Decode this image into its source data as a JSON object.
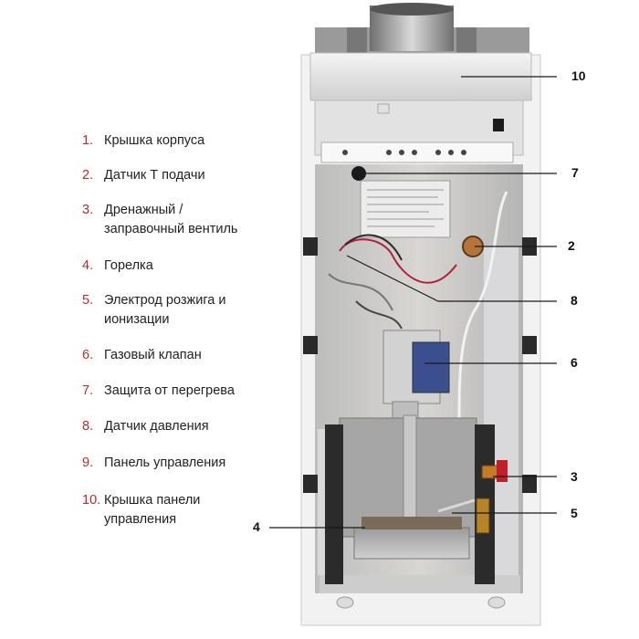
{
  "legend": [
    {
      "num": "1.",
      "text": "Крышка корпуса"
    },
    {
      "num": "2.",
      "text": "Датчик  Т подачи"
    },
    {
      "num": "3.",
      "text": "Дренажный /",
      "text2": "заправочный вентиль"
    },
    {
      "num": "4.",
      "text": "Горелка"
    },
    {
      "num": "5.",
      "text": "Электрод розжига и",
      "text2": "ионизации"
    },
    {
      "num": "6.",
      "text": "Газовый клапан"
    },
    {
      "num": "7.",
      "text": "Защита от перегрева"
    },
    {
      "num": "8.",
      "text": "Датчик давления"
    },
    {
      "num": "9.",
      "text": "Панель управления"
    },
    {
      "num": "10.",
      "text": "Крышка панели",
      "text2": "управления"
    }
  ],
  "callouts": {
    "c10": "10",
    "c7": "7",
    "c2": "2",
    "c8": "8",
    "c6": "6",
    "c3": "3",
    "c5": "5",
    "c4": "4"
  },
  "colors": {
    "accent_red": "#c0262d",
    "frame_white": "#f2f2f2",
    "panel_gray": "#cfcfcf",
    "dark": "#2a2a2a"
  }
}
